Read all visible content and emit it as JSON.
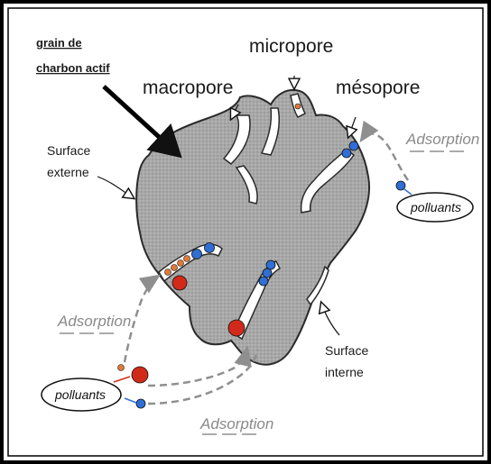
{
  "labels": {
    "grain_line1": "grain de",
    "grain_line2": "charbon actif",
    "macropore": "macropore",
    "micropore": "micropore",
    "mesopore": "mésopore",
    "surface_externe_1": "Surface",
    "surface_externe_2": "externe",
    "surface_interne_1": "Surface",
    "surface_interne_2": "interne",
    "adsorption_right": "Adsorption",
    "adsorption_left": "Adsorption",
    "adsorption_bottom": "Adsorption",
    "polluants_right": "polluants",
    "polluants_left": "polluants"
  },
  "colors": {
    "grain_fill": "#a6a6a6",
    "grain_stroke": "#2a2a2a",
    "pore": "#ffffff",
    "pollutant_blue": "#2f6fd6",
    "pollutant_red": "#d22a1a",
    "pollutant_orange": "#e07a3a",
    "arrow_gray": "#8f8f8f"
  }
}
